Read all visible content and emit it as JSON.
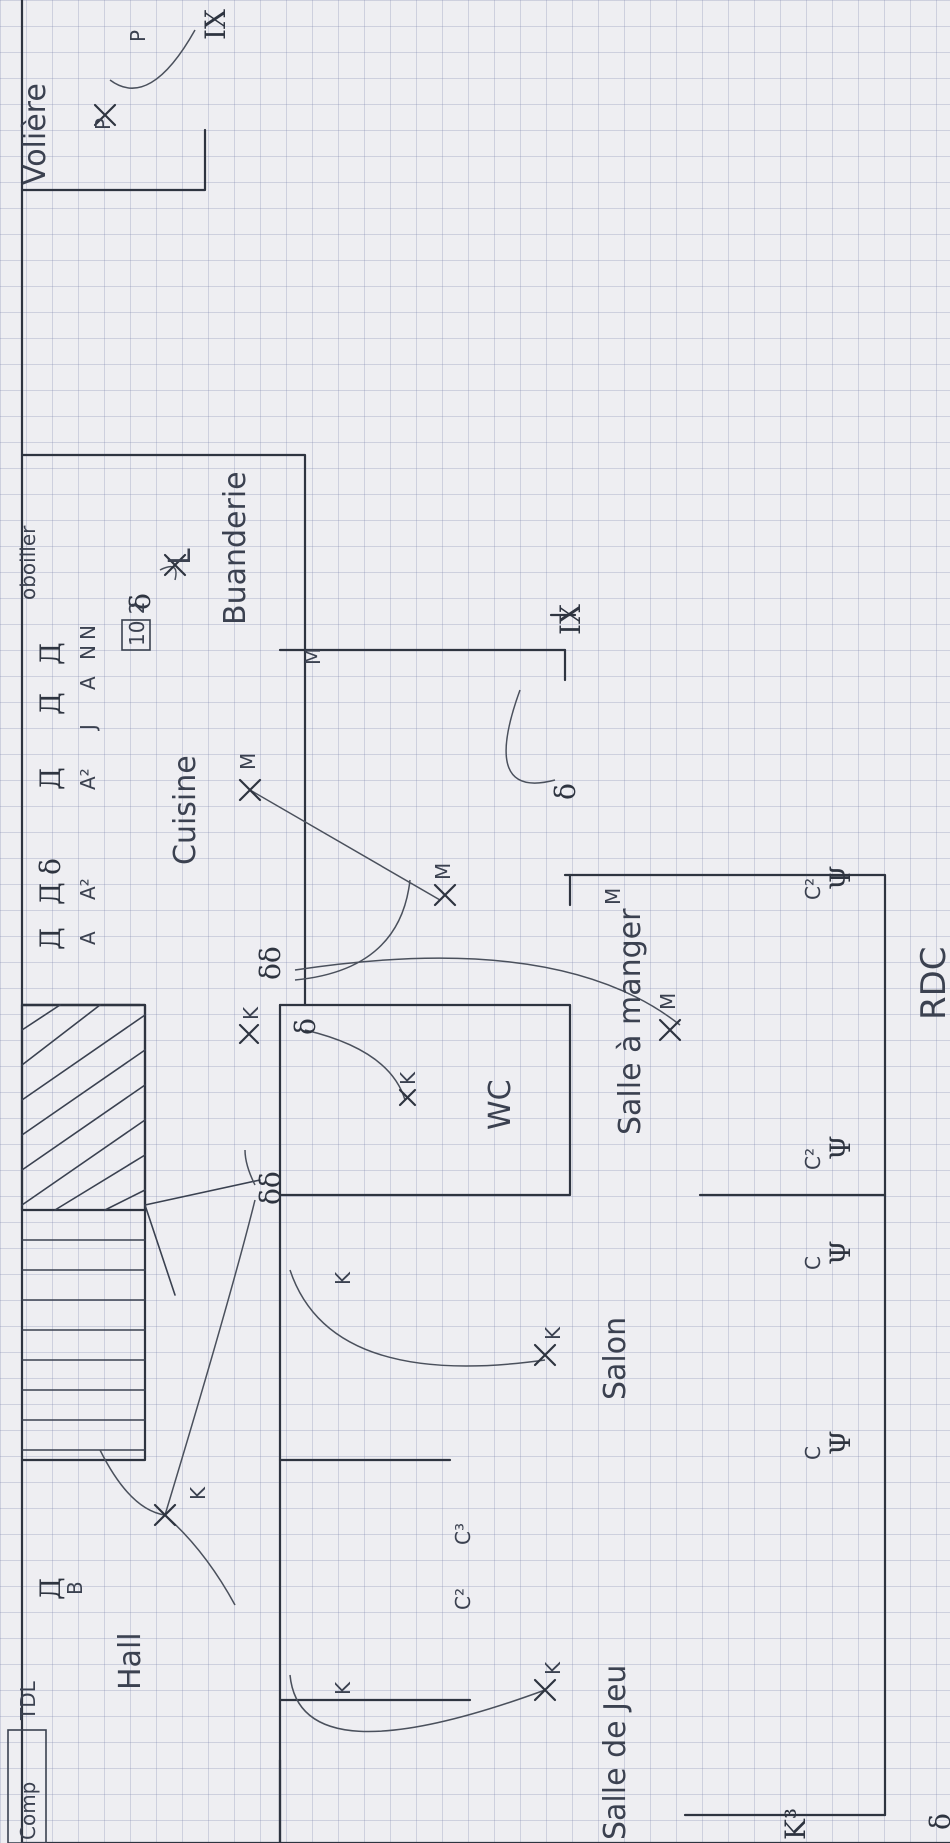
{
  "title": "RDC",
  "rooms": {
    "voliere": "Volière",
    "buanderie": "Buanderie",
    "cuisine": "Cuisine",
    "wc": "WC",
    "salle_a_manger": "Salle à manger",
    "salon": "Salon",
    "hall": "Hall",
    "salle_de_jeu": "Salle de Jeu"
  },
  "labels": {
    "comp": "Comp",
    "tdl": "TDL",
    "oboiller": "oboiller",
    "box_10_2": "10 2"
  },
  "marks": {
    "k": "K",
    "m": "M",
    "l": "L",
    "p": "P",
    "a": "A",
    "a2": "A²",
    "c": "C",
    "c2": "C²",
    "c3": "C³",
    "n": "N",
    "j": "J",
    "b": "B",
    "ix": "IX",
    "k3": "K³",
    "switch_d": "δ",
    "switch_dd": "δδ",
    "cross": "X",
    "socket": "Ψ",
    "light": "Д"
  }
}
